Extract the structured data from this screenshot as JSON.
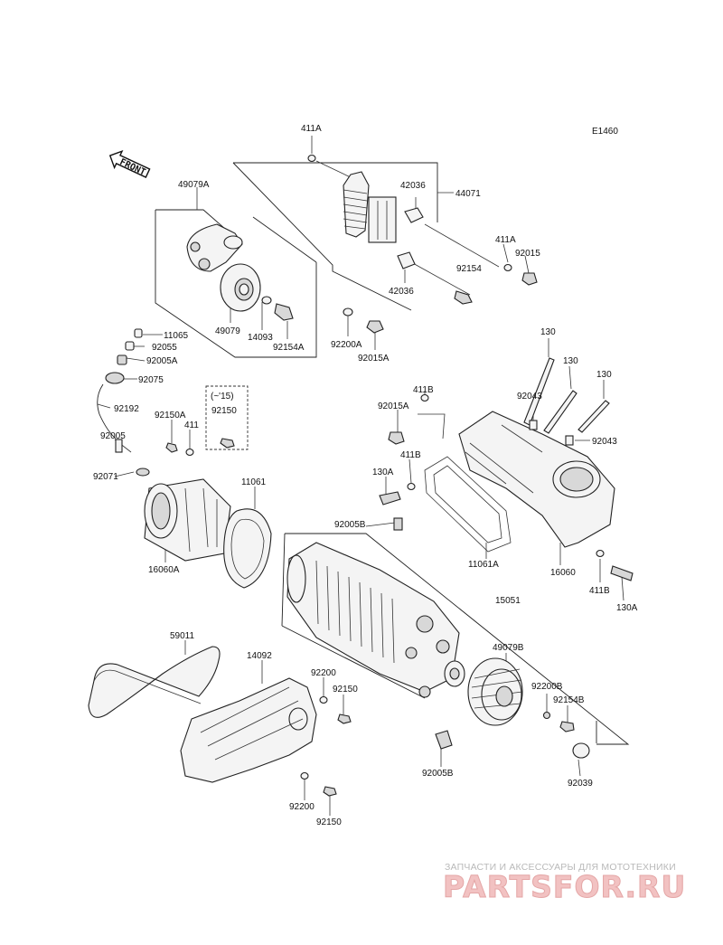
{
  "diagram": {
    "code": "E1460",
    "front_label": "FRONT",
    "note_label": "(~'15)",
    "labels": [
      {
        "id": "411a-top",
        "text": "411A"
      },
      {
        "id": "44071",
        "text": "44071"
      },
      {
        "id": "42036-a",
        "text": "42036"
      },
      {
        "id": "49079a",
        "text": "49079A"
      },
      {
        "id": "411a-r",
        "text": "411A"
      },
      {
        "id": "92015-r",
        "text": "92015"
      },
      {
        "id": "92154",
        "text": "92154"
      },
      {
        "id": "42036-b",
        "text": "42036"
      },
      {
        "id": "49079",
        "text": "49079"
      },
      {
        "id": "14093",
        "text": "14093"
      },
      {
        "id": "92154a",
        "text": "92154A"
      },
      {
        "id": "92200a",
        "text": "92200A"
      },
      {
        "id": "92015a-top",
        "text": "92015A"
      },
      {
        "id": "11065",
        "text": "11065"
      },
      {
        "id": "92055",
        "text": "92055"
      },
      {
        "id": "92005a",
        "text": "92005A"
      },
      {
        "id": "92075",
        "text": "92075"
      },
      {
        "id": "130-a",
        "text": "130"
      },
      {
        "id": "130-b",
        "text": "130"
      },
      {
        "id": "130-c",
        "text": "130"
      },
      {
        "id": "411b-a",
        "text": "411B"
      },
      {
        "id": "92015a-mid",
        "text": "92015A"
      },
      {
        "id": "92043-a",
        "text": "92043"
      },
      {
        "id": "92043-b",
        "text": "92043"
      },
      {
        "id": "92192",
        "text": "92192"
      },
      {
        "id": "92150a",
        "text": "92150A"
      },
      {
        "id": "411",
        "text": "411"
      },
      {
        "id": "92150-box",
        "text": "92150"
      },
      {
        "id": "92005",
        "text": "92005"
      },
      {
        "id": "411b-b",
        "text": "411B"
      },
      {
        "id": "92071",
        "text": "92071"
      },
      {
        "id": "130a-l",
        "text": "130A"
      },
      {
        "id": "11061",
        "text": "11061"
      },
      {
        "id": "92005b-top",
        "text": "92005B"
      },
      {
        "id": "11061a",
        "text": "11061A"
      },
      {
        "id": "16060a",
        "text": "16060A"
      },
      {
        "id": "16060",
        "text": "16060"
      },
      {
        "id": "411b-c",
        "text": "411B"
      },
      {
        "id": "130a-r",
        "text": "130A"
      },
      {
        "id": "15051",
        "text": "15051"
      },
      {
        "id": "59011",
        "text": "59011"
      },
      {
        "id": "14092",
        "text": "14092"
      },
      {
        "id": "49079b",
        "text": "49079B"
      },
      {
        "id": "92200-a",
        "text": "92200"
      },
      {
        "id": "92150-a",
        "text": "92150"
      },
      {
        "id": "92200b",
        "text": "92200B"
      },
      {
        "id": "92154b",
        "text": "92154B"
      },
      {
        "id": "92005b-bot",
        "text": "92005B"
      },
      {
        "id": "92039",
        "text": "92039"
      },
      {
        "id": "92200-b",
        "text": "92200"
      },
      {
        "id": "92150-b",
        "text": "92150"
      }
    ]
  },
  "watermark": {
    "tagline": "ЗАПЧАСТИ И АКСЕССУАРЫ ДЛЯ МОТОТЕХНИКИ",
    "brand": "PARTSFOR.RU"
  }
}
